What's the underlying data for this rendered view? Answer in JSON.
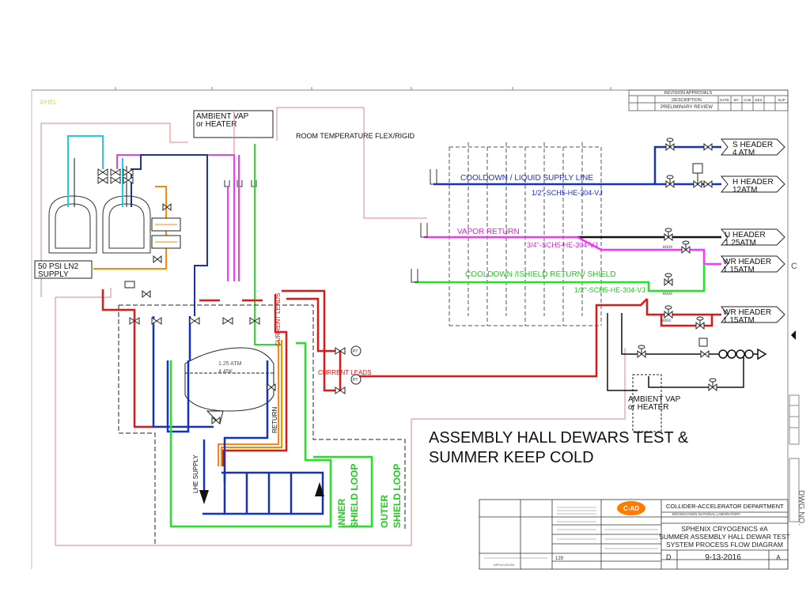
{
  "title": {
    "line1": "ASSEMBLY HALL DEWARS TEST &",
    "line2": "SUMMER KEEP COLD"
  },
  "labels": {
    "ambient_vap_top_1": "AMBIENT VAP",
    "ambient_vap_top_2": "or HEATER",
    "room_temp": "ROOM TEMPERATURE FLEX/RIGID",
    "ln2_supply_1": "50 PSI LN2",
    "ln2_supply_2": "SUPPLY",
    "cooldown_liquid": "COOLDOWN / LIQUID SUPPLY LINE",
    "cooldown_liquid_spec": "1/2\"-SCH5-HE-304-VJ",
    "vapor_return": "VAPOR RETURN",
    "vapor_return_spec": "3/4\"-SCH5-HE-304-VJ",
    "cooldown_shield": "COOLDOWN /ISHIELD RETURN/ SHIELD",
    "cooldown_shield_spec": "1/2\"-SCH5-HE-304-VJ",
    "current_leads_v": "CURRENT LEADS",
    "current_leads_h": "CURRENT LEADS",
    "dewar_pressure": "1.25 ATM",
    "dewar_temp": "4.45K",
    "return": "RETURN",
    "lhe_supply": "LHE SUPPLY",
    "inner_shield_1": "INNER",
    "inner_shield_2": "SHIELD LOOP",
    "outer_shield_1": "OUTER",
    "outer_shield_2": "SHIELD LOOP",
    "ambient_vap_bot_1": "AMBIENT VAP",
    "ambient_vap_bot_2": "or HEATER",
    "pt": "PT"
  },
  "headers": [
    {
      "name": "S HEADER",
      "value": "4 ATM"
    },
    {
      "name": "H HEADER",
      "value": "12ATM"
    },
    {
      "name": "U HEADER",
      "value": "1.25ATM"
    },
    {
      "name": "WR HEADER",
      "value": "1.15ATM"
    },
    {
      "name": "WR HEADER",
      "value": "1.15ATM"
    }
  ],
  "revision": {
    "block_title": "REVISION APPROVALS",
    "col_description": "DESCRIPTION",
    "row_text": "PRELIMINARY REVIEW",
    "col_date": "DATE",
    "col_by": "BY",
    "col_chk": "CHK",
    "col_des": "DES",
    "col_sup": "SUP"
  },
  "title_block": {
    "department": "COLLIDER-ACCELERATOR DEPARTMENT",
    "lab": "BROOKHAVEN NATIONAL LABORATORY",
    "logo": "C-AD",
    "drawing_title_1": "SPHENIX CRYOGENICS #A",
    "drawing_title_2": "SUMMER ASSEMBLY HALL DEWAR TEST",
    "drawing_title_3": "SYSTEM PROCESS FLOW DIAGRAM",
    "date": "9-13-2016",
    "size": "D",
    "rev": "A",
    "sheet": "129",
    "application": "APPLICATION"
  },
  "border": {
    "zone_c": "C",
    "dwg_no": "DWG.NO."
  },
  "colors": {
    "blue": "#1530c8",
    "magenta": "#ff33ff",
    "green": "#22e622",
    "red": "#e01818",
    "black": "#111111",
    "cyan": "#22ccdd",
    "orange": "#ff8800",
    "pink_line": "#e88080",
    "red_text": "#dd1111",
    "blue_text": "#1c2bd0",
    "magenta_text": "#e020e0",
    "green_text": "#20cc20",
    "orange_logo": "#ff7a00"
  }
}
